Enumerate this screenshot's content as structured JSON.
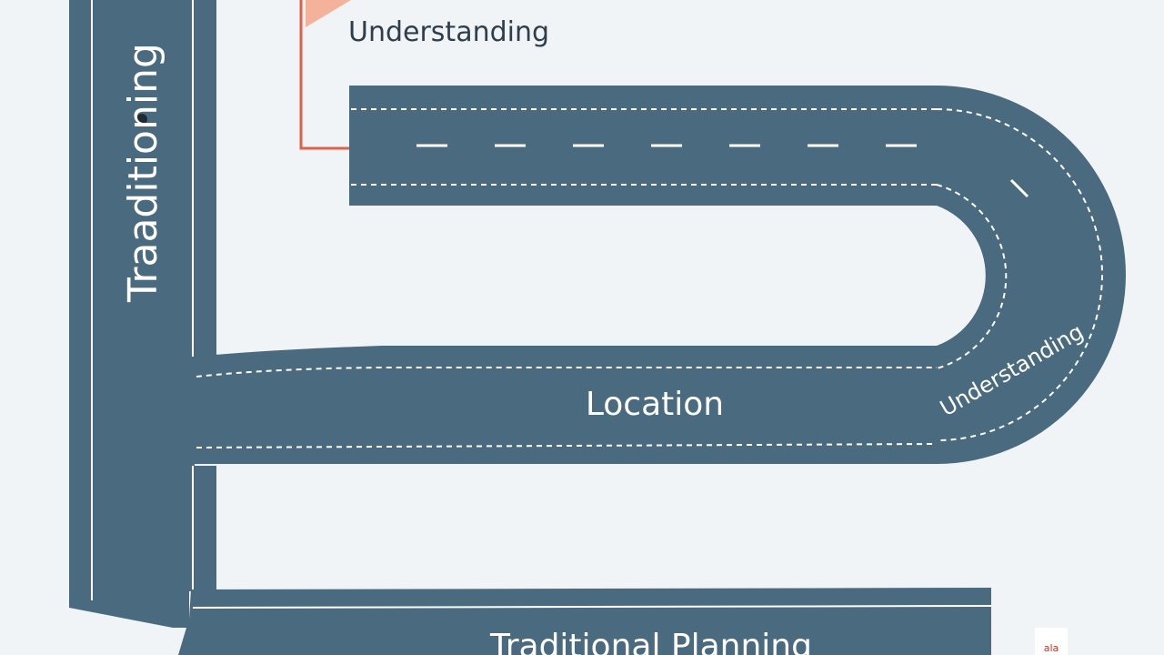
{
  "labels": {
    "top_callout": "Understanding",
    "vertical_road": "Traaditioning",
    "middle_road": "Location",
    "curve_road": "Understanding",
    "bottom_road": "Traditional Planning",
    "corner_mark": "ala"
  },
  "colors": {
    "road": "#4a6b7f",
    "background": "#f1f4f7",
    "accent": "#e0604a",
    "accent_fill": "#f4b29a",
    "lane_marking": "#ffffff"
  }
}
